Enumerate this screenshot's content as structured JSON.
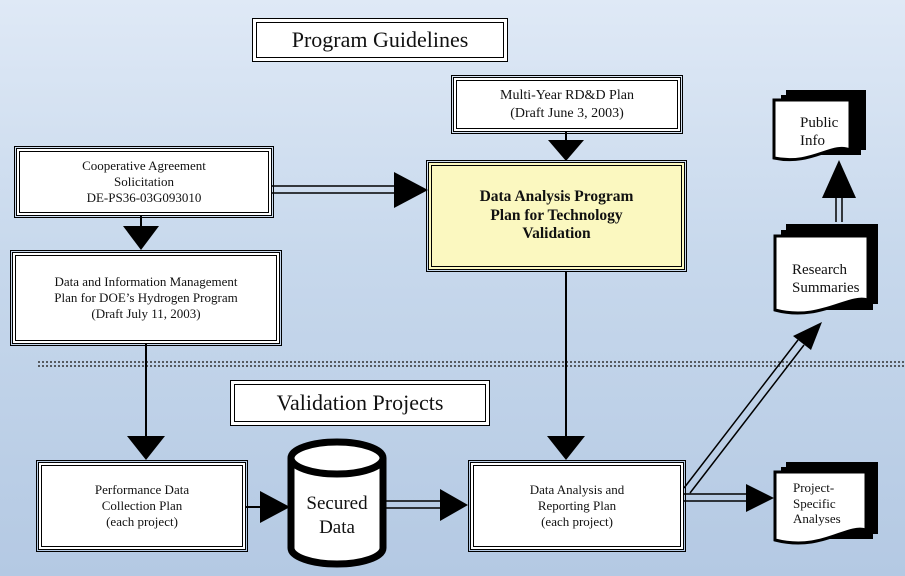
{
  "sections": {
    "top": "Program Guidelines",
    "bottom": "Validation Projects"
  },
  "nodes": {
    "multiyear": {
      "line1": "Multi-Year RD&D Plan",
      "line2": "(Draft June 3, 2003)"
    },
    "coop": {
      "line1": "Cooperative Agreement",
      "line2": "Solicitation",
      "line3": "DE-PS36-03G093010"
    },
    "dataprog": {
      "line1": "Data Analysis Program",
      "line2": "Plan for Technology",
      "line3": "Validation"
    },
    "dimp": {
      "line1": "Data and Information Management",
      "line2": "Plan for DOE’s Hydrogen Program",
      "line3": "(Draft July 11, 2003)"
    },
    "perf": {
      "line1": "Performance Data",
      "line2": "Collection Plan",
      "line3": "(each project)"
    },
    "secured": {
      "line1": "Secured",
      "line2": "Data"
    },
    "reporting": {
      "line1": "Data Analysis and",
      "line2": "Reporting Plan",
      "line3": "(each project)"
    }
  },
  "documents": {
    "public": {
      "line1": "Public",
      "line2": "Info"
    },
    "research": {
      "line1": "Research",
      "line2": "Summaries"
    },
    "project": {
      "line1": "Project-",
      "line2": "Specific",
      "line3": "Analyses"
    }
  },
  "colors": {
    "highlight": "#fbf8c0",
    "background_top": "#dfe9f6",
    "background_bottom": "#b4c9e3",
    "ink": "#000000"
  }
}
